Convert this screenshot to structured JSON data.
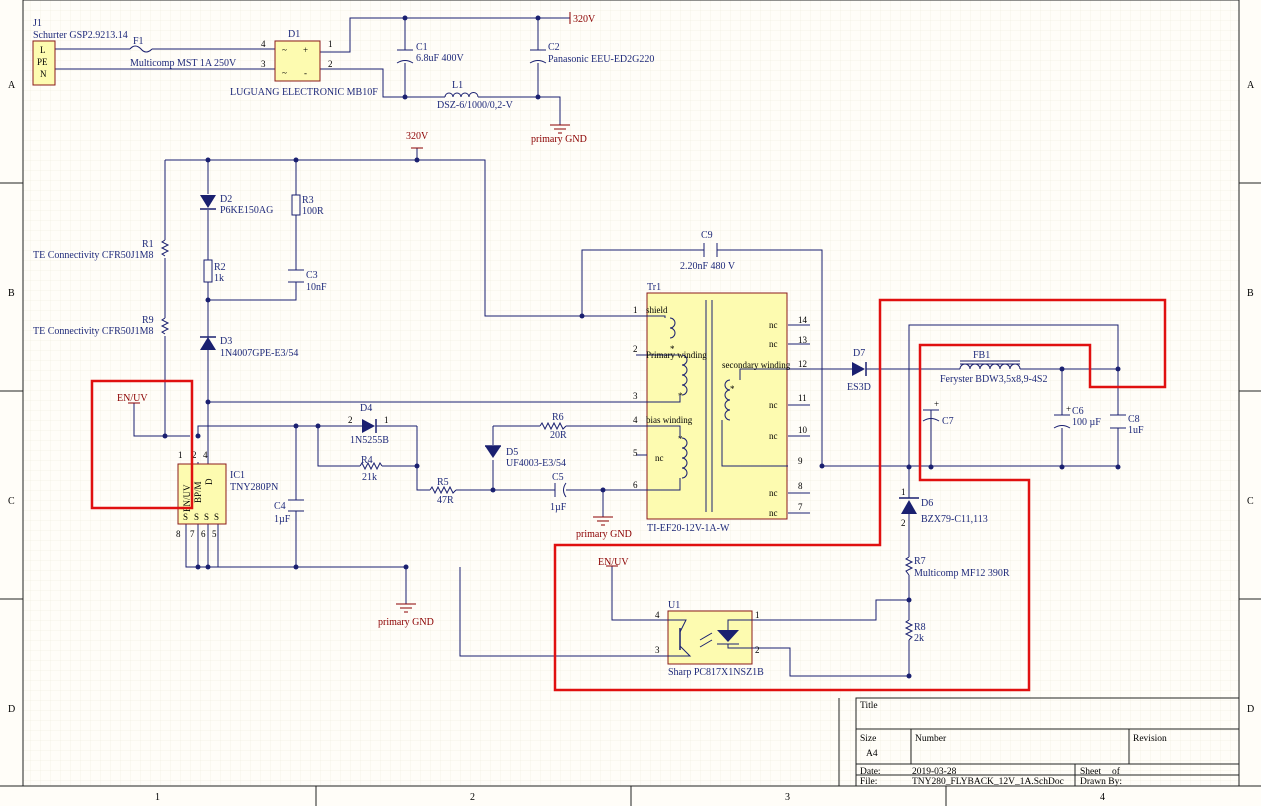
{
  "zones": {
    "columns": [
      "1",
      "2",
      "3",
      "4"
    ],
    "rows": [
      "A",
      "B",
      "C",
      "D"
    ]
  },
  "nets": {
    "v320_top": "320V",
    "v320_mid": "320V",
    "gnd_a": "primary GND",
    "gnd_b": "primary GND",
    "gnd_c": "primary GND",
    "enuv_left": "EN/UV",
    "enuv_right": "EN/UV"
  },
  "components": {
    "j1": {
      "ref": "J1",
      "value": "Schurter GSP2.9213.14",
      "pins": [
        "L",
        "PE",
        "N"
      ]
    },
    "f1": {
      "ref": "F1",
      "value": "Multicomp MST 1A 250V"
    },
    "d1": {
      "ref": "D1",
      "value": "LUGUANG ELECTRONIC MB10F",
      "pins": [
        "4",
        "3",
        "1",
        "2"
      ]
    },
    "c1": {
      "ref": "C1",
      "value": "6.8uF 400V"
    },
    "c2": {
      "ref": "C2",
      "value": "Panasonic EEU-ED2G220"
    },
    "l1": {
      "ref": "L1",
      "value": "DSZ-6/1000/0,2-V"
    },
    "r1": {
      "ref": "R1",
      "value": "TE Connectivity CFR50J1M8"
    },
    "r9": {
      "ref": "R9",
      "value": "TE Connectivity CFR50J1M8"
    },
    "d2": {
      "ref": "D2",
      "value": "P6KE150AG"
    },
    "r2": {
      "ref": "R2",
      "value": "1k"
    },
    "r3": {
      "ref": "R3",
      "value": "100R"
    },
    "c3": {
      "ref": "C3",
      "value": "10nF"
    },
    "d3": {
      "ref": "D3",
      "value": "1N4007GPE-E3/54"
    },
    "c9": {
      "ref": "C9",
      "value": "2.20nF  480 V"
    },
    "tr1": {
      "ref": "Tr1",
      "value": "TI-EF20-12V-1A-W",
      "windings": [
        "shield",
        "Primary winding",
        "bias winding",
        "secondary winding"
      ],
      "pins_left": [
        "1",
        "2",
        "3",
        "4",
        "5",
        "6"
      ],
      "pins_right": [
        "14",
        "13",
        "12",
        "11",
        "10",
        "9",
        "8",
        "7"
      ],
      "nc": "nc"
    },
    "d4": {
      "ref": "D4",
      "value": "1N5255B",
      "pins": [
        "2",
        "1"
      ]
    },
    "r4": {
      "ref": "R4",
      "value": "21k"
    },
    "r5": {
      "ref": "R5",
      "value": "47R"
    },
    "r6": {
      "ref": "R6",
      "value": "20R"
    },
    "d5": {
      "ref": "D5",
      "value": "UF4003-E3/54"
    },
    "c5": {
      "ref": "C5",
      "value": "1µF"
    },
    "c4": {
      "ref": "C4",
      "value": "1µF"
    },
    "ic1": {
      "ref": "IC1",
      "value": "TNY280PN",
      "pins_top": [
        "1",
        "2",
        "4"
      ],
      "pins_bottom": [
        "8",
        "7",
        "6",
        "5"
      ],
      "labels": [
        "EN/UV",
        "BP/M",
        "D",
        "S",
        "S",
        "S",
        "S"
      ]
    },
    "d7": {
      "ref": "D7",
      "value": "ES3D"
    },
    "fb1": {
      "ref": "FB1",
      "value": "Feryster BDW3,5x8,9-4S2"
    },
    "c7": {
      "ref": "C7",
      "value": ""
    },
    "c6": {
      "ref": "C6",
      "value": "100 µF"
    },
    "c8": {
      "ref": "C8",
      "value": "1uF"
    },
    "d6": {
      "ref": "D6",
      "value": "BZX79-C11,113",
      "pins": [
        "1",
        "2"
      ]
    },
    "r7": {
      "ref": "R7",
      "value": "Multicomp MF12 390R"
    },
    "r8": {
      "ref": "R8",
      "value": "2k"
    },
    "u1": {
      "ref": "U1",
      "value": "Sharp PC817X1NSZ1B",
      "pins": [
        "4",
        "3",
        "1",
        "2"
      ]
    }
  },
  "title_block": {
    "title_label": "Title",
    "size_label": "Size",
    "size_value": "A4",
    "number_label": "Number",
    "revision_label": "Revision",
    "date_label": "Date:",
    "date_value": "2019-03-28",
    "sheet_label": "Sheet",
    "of_label": "of",
    "file_label": "File:",
    "file_value": "TNY280_FLYBACK_12V_1A.SchDoc",
    "drawn_label": "Drawn By:"
  },
  "colors": {
    "wire": "#1a2070",
    "component": "#1a2070",
    "highlight": "#e01010",
    "ic_fill": "#fdfbb0",
    "net": "#8b0000",
    "grid": "#ece7d8"
  }
}
